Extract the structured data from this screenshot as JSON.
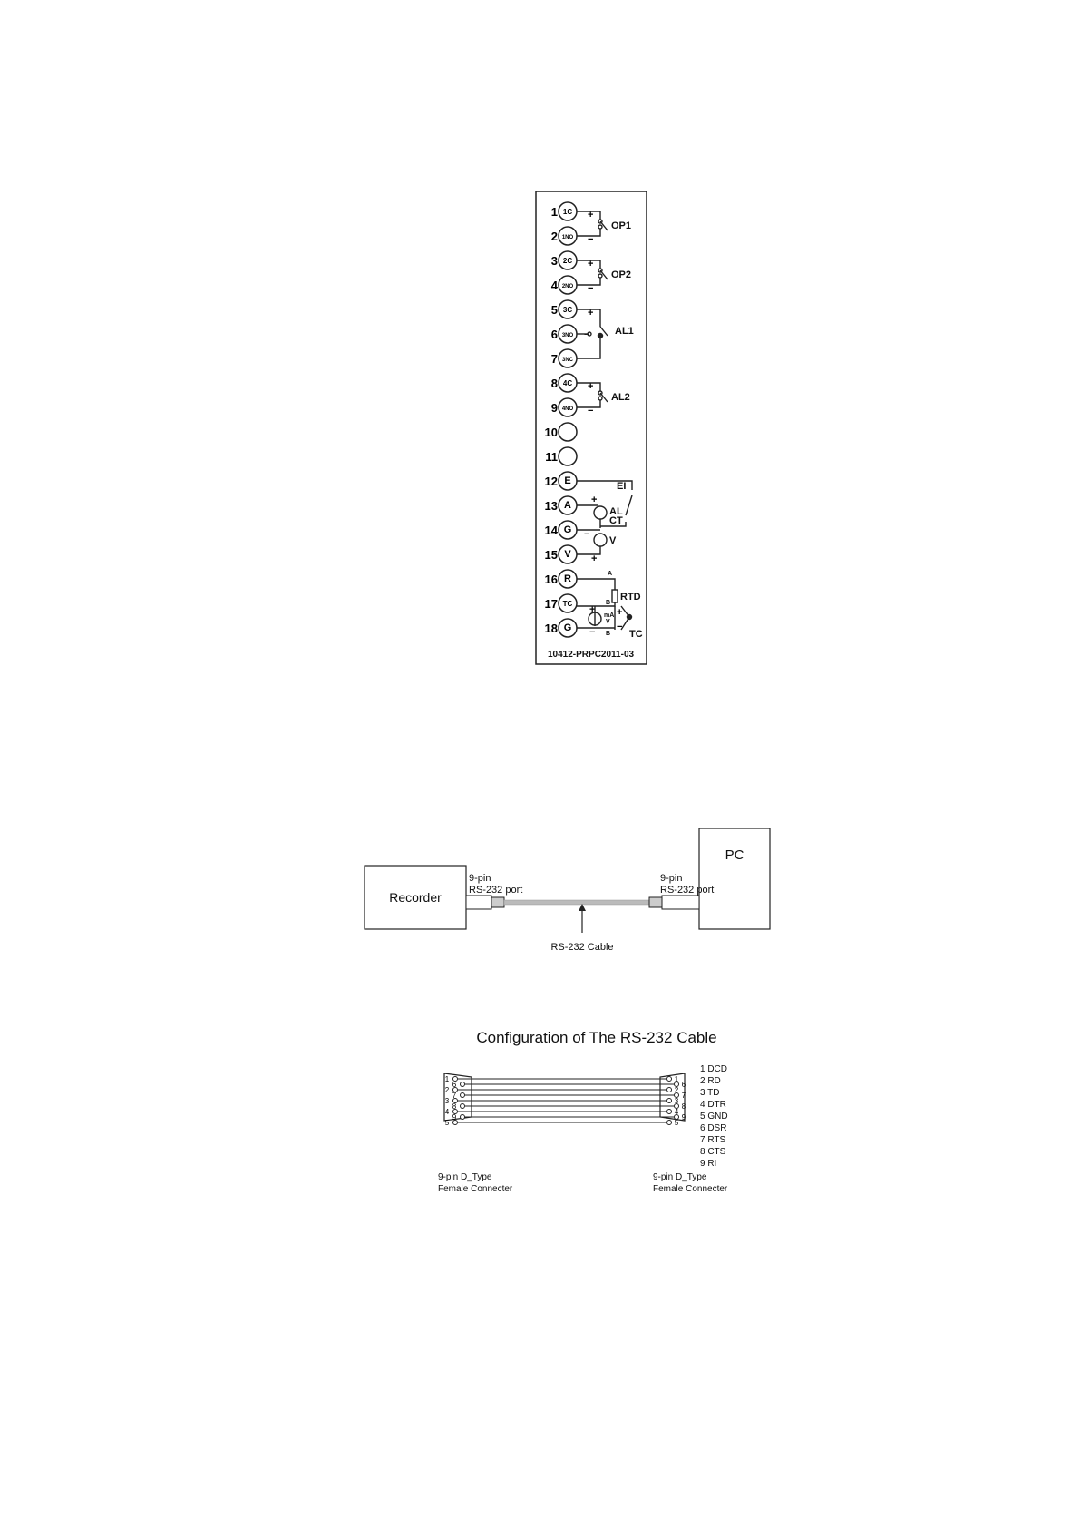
{
  "terminal_panel": {
    "part_code": "10412-PRPC2011-03",
    "terminals": [
      {
        "num": "1",
        "tag": "1C"
      },
      {
        "num": "2",
        "tag": "1NO"
      },
      {
        "num": "3",
        "tag": "2C"
      },
      {
        "num": "4",
        "tag": "2NO"
      },
      {
        "num": "5",
        "tag": "3C"
      },
      {
        "num": "6",
        "tag": "3NO"
      },
      {
        "num": "7",
        "tag": "3NC"
      },
      {
        "num": "8",
        "tag": "4C"
      },
      {
        "num": "9",
        "tag": "4NO"
      },
      {
        "num": "10",
        "tag": ""
      },
      {
        "num": "11",
        "tag": ""
      },
      {
        "num": "12",
        "tag": "E"
      },
      {
        "num": "13",
        "tag": "A"
      },
      {
        "num": "14",
        "tag": "G"
      },
      {
        "num": "15",
        "tag": "V"
      },
      {
        "num": "16",
        "tag": "R"
      },
      {
        "num": "17",
        "tag": "TC"
      },
      {
        "num": "18",
        "tag": "G"
      }
    ],
    "outputs": {
      "op1": "OP1",
      "op2": "OP2",
      "al1": "AL1",
      "al2": "AL2"
    },
    "inputs": {
      "ei": "EI",
      "al_ct": "AL",
      "ct": "CT",
      "v": "V",
      "rtd": "RTD",
      "tc": "TC",
      "ma": "mA",
      "ma_v": "V",
      "rtd_a": "A",
      "rtd_b": "B",
      "rtd_b2": "B"
    },
    "signs": {
      "plus": "+",
      "minus": "−"
    }
  },
  "connection": {
    "recorder_label": "Recorder",
    "pc_label": "PC",
    "left_port_line1": "9-pin",
    "left_port_line2": "RS-232 port",
    "right_port_line1": "9-pin",
    "right_port_line2": "RS-232 port",
    "cable_label": "RS-232 Cable"
  },
  "cable_config": {
    "title": "Configuration of The RS-232 Cable",
    "pins": [
      "1 DCD",
      "2 RD",
      "3 TD",
      "4 DTR",
      "5 GND",
      "6 DSR",
      "7 RTS",
      "8 CTS",
      "9 RI"
    ],
    "left_caption_line1": "9-pin D_Type",
    "left_caption_line2": "Female Connecter",
    "right_caption_line1": "9-pin D_Type",
    "right_caption_line2": "Female Connecter",
    "pin_numbers": [
      "1",
      "2",
      "3",
      "4",
      "5",
      "6",
      "7",
      "8",
      "9"
    ]
  }
}
